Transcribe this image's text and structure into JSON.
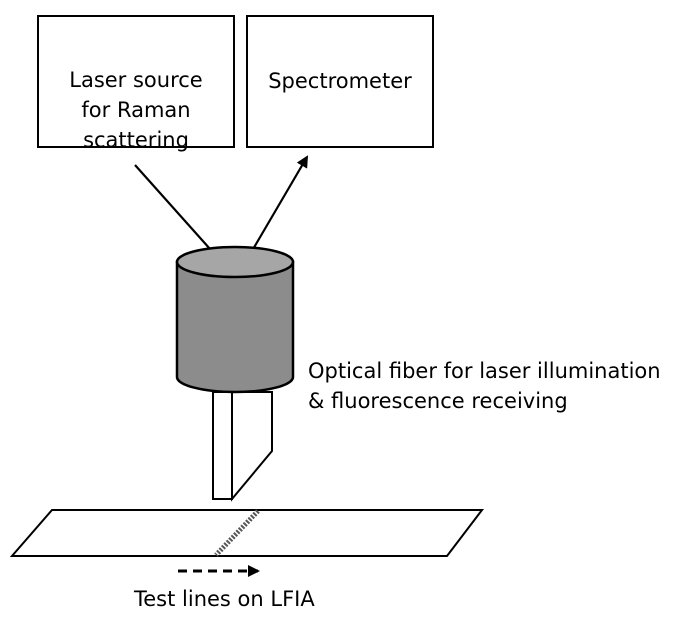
{
  "laser_box": {
    "label": "Laser source\nfor Raman\nscattering"
  },
  "spectrometer_box": {
    "label": "Spectrometer"
  },
  "fiber_label": {
    "line1": "Optical fiber for laser illumination",
    "line2": "& fluorescence receiving"
  },
  "strip_label": {
    "text": "Test lines on LFIA"
  },
  "colors": {
    "line": "#000000",
    "cylinder_body": "#8c8c8c",
    "cylinder_top": "#a6a6a6",
    "test_line": "#555555"
  }
}
